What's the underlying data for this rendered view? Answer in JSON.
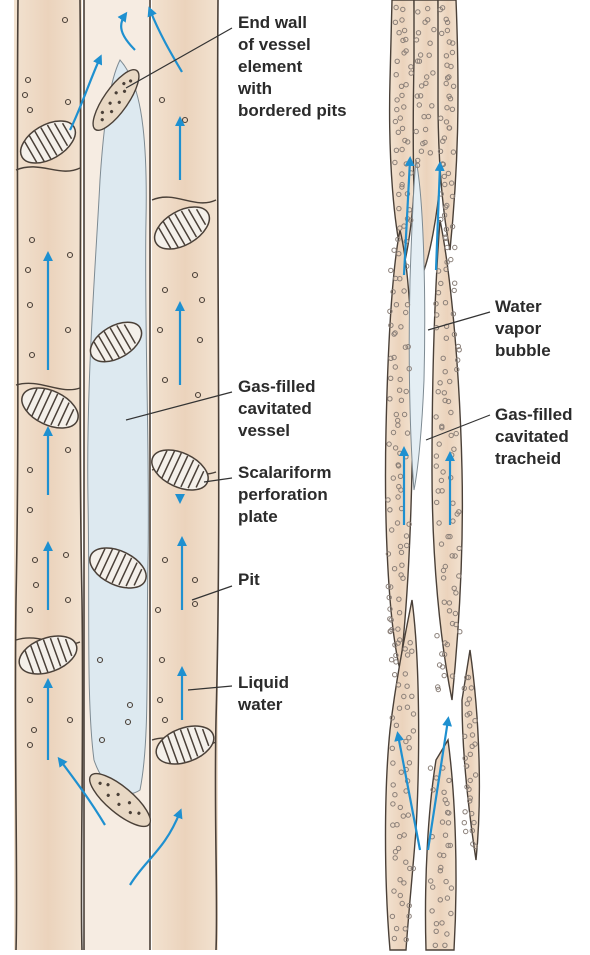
{
  "labels": {
    "end_wall": [
      "End wall",
      "of vessel",
      "element",
      "with",
      "bordered pits"
    ],
    "gas_vessel": [
      "Gas-filled",
      "cavitated",
      "vessel"
    ],
    "scalariform": [
      "Scalariform",
      "perforation",
      "plate"
    ],
    "pit": [
      "Pit"
    ],
    "liquid_water": [
      "Liquid",
      "water"
    ],
    "vapor_bubble": [
      "Water",
      "vapor",
      "bubble"
    ],
    "gas_tracheid": [
      "Gas-filled",
      "cavitated",
      "tracheid"
    ]
  },
  "colors": {
    "cell_fill": "#f0dcc8",
    "cavity_fill": "#dde9f0",
    "outline": "#4a4038",
    "arrow": "#1e90d0",
    "leader": "#333333"
  }
}
